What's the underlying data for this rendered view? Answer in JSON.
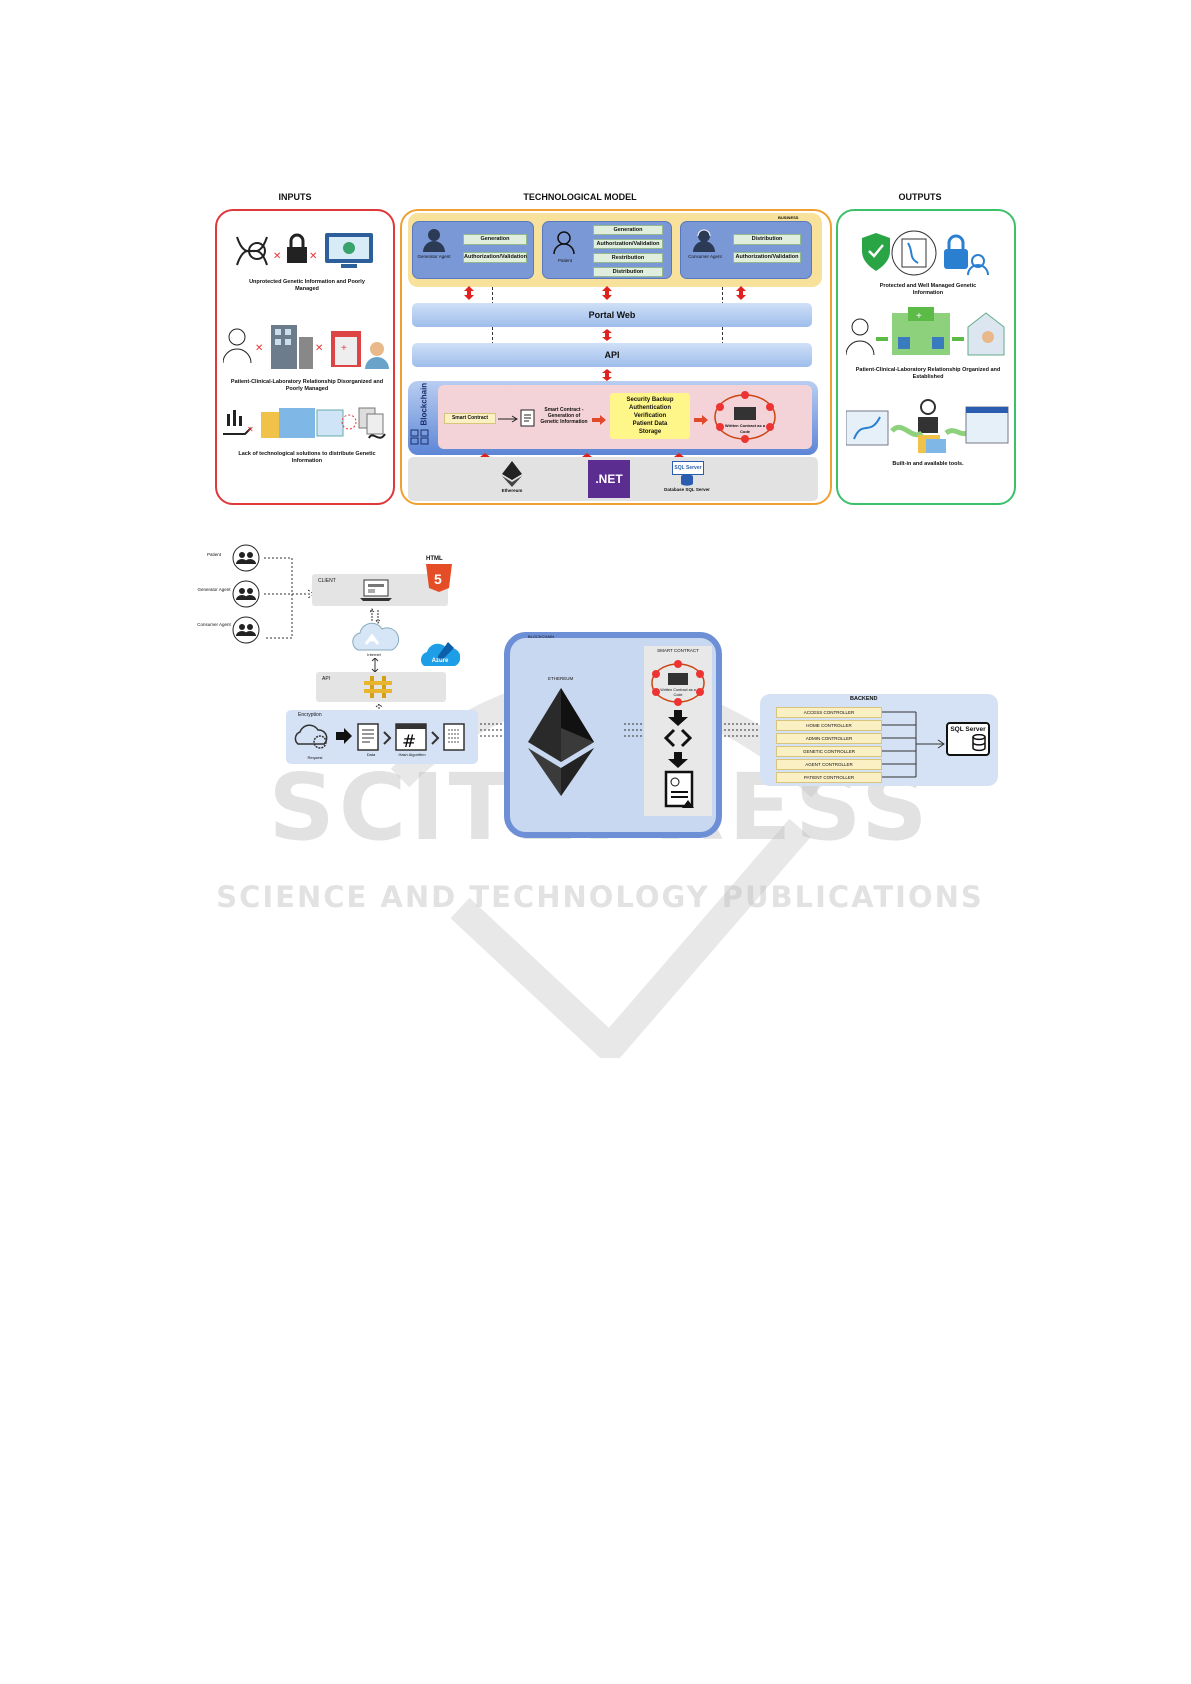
{
  "fig1": {
    "inputs": {
      "title": "INPUTS",
      "captions": [
        "Unprotected Genetic Information and Poorly Managed",
        "Patient-Clinical-Laboratory Relationship Disorganized and Poorly Managed",
        "Lack of technological solutions to distribute Genetic Information"
      ]
    },
    "model": {
      "title": "TECHNOLOGICAL MODEL",
      "business_label": "BUSINESS",
      "roles": [
        {
          "name": "Generator Agent",
          "actions": [
            "Generation",
            "Authorization/Validation"
          ]
        },
        {
          "name": "Patient",
          "actions": [
            "Generation",
            "Authorization/Validation",
            "Restribution",
            "Distribution"
          ]
        },
        {
          "name": "Consumer Agent",
          "actions": [
            "Distribution",
            "Authorization/Validation"
          ]
        }
      ],
      "portal": "Portal Web",
      "api": "API",
      "blockchain": {
        "label": "Blockchain",
        "smart_contract": "Smart Contract",
        "generation": "Smart Contract - Generation of Genetic Information",
        "security": [
          "Security Backup",
          "Authentication",
          "Verification",
          "Patient Data",
          "Storage"
        ],
        "written": "Written Contract as a Code"
      },
      "tech": {
        "ethereum": "Ethereum",
        "dotnet": ".NET",
        "sqlserver_logo": "SQL Server",
        "sqlserver": "Database SQL Server"
      }
    },
    "outputs": {
      "title": "OUTPUTS",
      "captions": [
        "Protected and Well Managed Genetic Information",
        "Patient-Clinical-Laboratory Relationship Organized and Established",
        "Built-in and available tools."
      ]
    }
  },
  "fig2": {
    "users": [
      "Patient",
      "Generator Agent",
      "Consumer Agent"
    ],
    "client": "CLIENT",
    "html": "HTML",
    "internet": "Internet",
    "api": "API",
    "azure": "Azure",
    "encryption": {
      "title": "Encryption",
      "steps": [
        "Request",
        "Data",
        "Hash Algorithm"
      ]
    },
    "blockchain": "BLOCKCHAIN",
    "ethereum": "ETHEREUM",
    "smart_contract": "SMART CONTRACT",
    "written": "Written Contract as a Code",
    "backend": {
      "title": "BACKEND",
      "controllers": [
        "ACCESS CONTROLLER",
        "HOME CONTROLLER",
        "ADMIN CONTROLLER",
        "GENETIC CONTROLLER",
        "AGENT CONTROLLER",
        "PATIENT CONTROLLER"
      ]
    },
    "sqlserver": "SQL Server"
  },
  "watermark": {
    "main": "SCITEPRESS",
    "sub": "SCIENCE AND TECHNOLOGY PUBLICATIONS"
  },
  "colors": {
    "inputs": "#e0383a",
    "model": "#f0a030",
    "outputs": "#3cc06a",
    "blue": "#3f6fc5"
  }
}
